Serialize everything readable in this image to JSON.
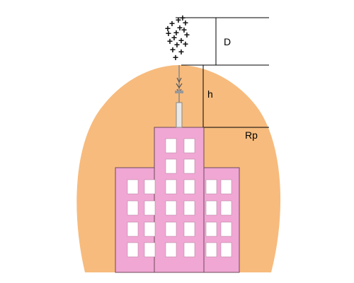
{
  "labels": {
    "d": "D",
    "h": "h",
    "rp": "Rp"
  },
  "charges": {
    "symbol": "+",
    "count": 18
  },
  "colors": {
    "protection_zone": "#f7bb7d",
    "building": "#f0a7d4",
    "building_outline": "#6e4a5a",
    "window": "#ffffff",
    "rod": "#888888",
    "lines": "#000000"
  },
  "building": {
    "left_windows": {
      "columns": 2,
      "rows": 4
    },
    "tower_windows": {
      "columns": 2,
      "rows": 2
    },
    "center_windows": {
      "columns": 2,
      "rows": 4
    },
    "right_windows": {
      "columns": 2,
      "rows": 4
    }
  }
}
